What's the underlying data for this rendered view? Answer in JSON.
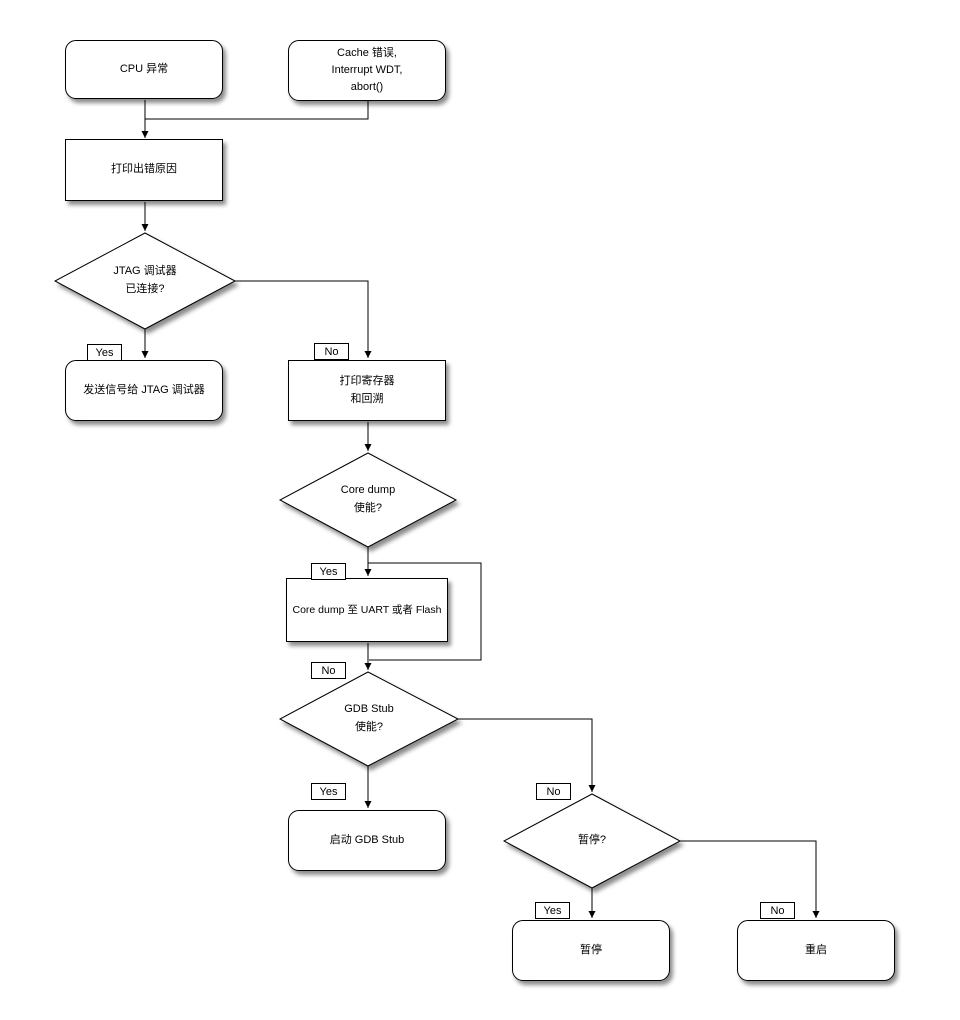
{
  "diagram": {
    "background_color": "#ffffff",
    "line_color": "#000000",
    "node_fill_color": "#ffffff",
    "edge_labels": {
      "yes": "Yes",
      "no": "No"
    },
    "nodes": {
      "cpu_exception": {
        "type": "rounded",
        "label": "CPU 异常"
      },
      "cache_error": {
        "type": "rounded",
        "label": "Cache 错误,\nInterrupt WDT,\nabort()"
      },
      "print_error_reason": {
        "type": "rect",
        "label": "打印出错原因"
      },
      "jtag_connected": {
        "type": "diamond",
        "label": "JTAG 调试器\n已连接?"
      },
      "send_signal_jtag": {
        "type": "rounded",
        "label": "发送信号给 JTAG 调试器"
      },
      "print_registers_backtrace": {
        "type": "rect",
        "label": "打印寄存器\n和回溯"
      },
      "core_dump_enabled": {
        "type": "diamond",
        "label": "Core dump\n使能?"
      },
      "core_dump_uart_flash": {
        "type": "rect",
        "label": "Core dump 至 UART 或者 Flash"
      },
      "gdb_stub_enabled": {
        "type": "diamond",
        "label": "GDB Stub\n使能?"
      },
      "start_gdb_stub": {
        "type": "rounded",
        "label": "启动 GDB Stub"
      },
      "halt_question": {
        "type": "diamond",
        "label": "暂停?"
      },
      "halt": {
        "type": "rounded",
        "label": "暂停"
      },
      "reboot": {
        "type": "rounded",
        "label": "重启"
      }
    }
  }
}
